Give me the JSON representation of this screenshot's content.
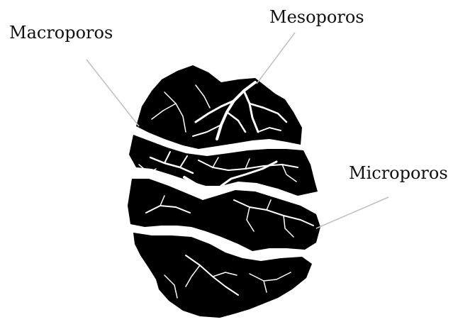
{
  "labels": {
    "macro": "Macroporos",
    "meso": "Mesoporos",
    "micro": "Microporos"
  },
  "colors": {
    "particle": "#000000",
    "pores": "#ffffff",
    "leader": "#bfbfbf",
    "text": "#111111"
  }
}
